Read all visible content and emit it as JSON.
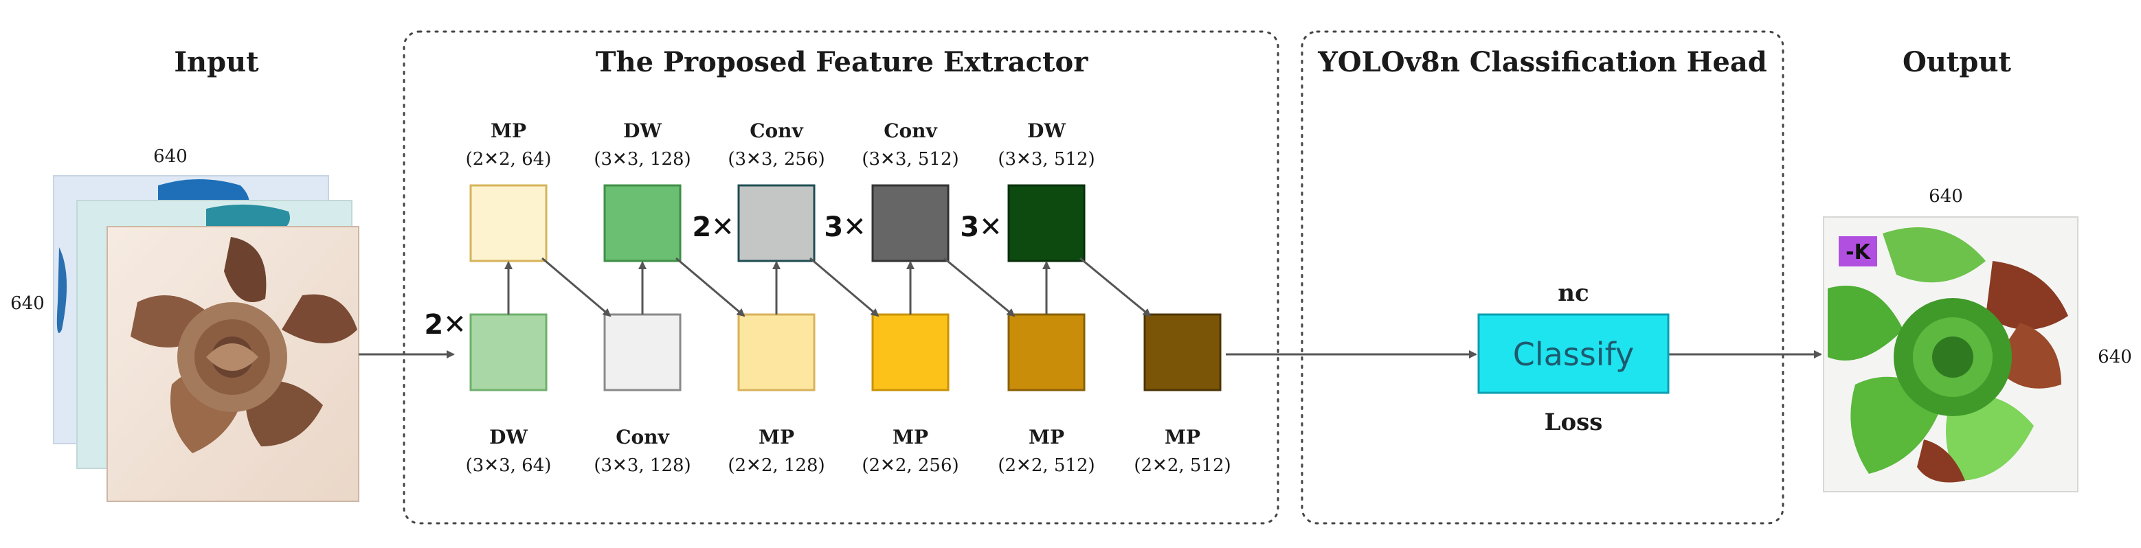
{
  "sections": {
    "input": "Input",
    "extractor": "The Proposed Feature Extractor",
    "head": "YOLOv8n Classification Head",
    "output": "Output"
  },
  "input_dims": {
    "width": "640",
    "height": "640"
  },
  "output_dims": {
    "width": "640",
    "height": "640"
  },
  "top_blocks": [
    {
      "name": "MP",
      "params": "(2✕2, 64)",
      "fill": "#fdf3cf",
      "stroke": "#d6b35a"
    },
    {
      "name": "DW",
      "params": "(3✕3, 128)",
      "fill": "#6abf72",
      "stroke": "#3f8f47"
    },
    {
      "name": "Conv",
      "params": "(3✕3, 256)",
      "fill": "#c4c6c6",
      "stroke": "#1f4d52"
    },
    {
      "name": "Conv",
      "params": "(3✕3, 512)",
      "fill": "#666666",
      "stroke": "#333333"
    },
    {
      "name": "DW",
      "params": "(3✕3, 512)",
      "fill": "#0c4a10",
      "stroke": "#0a300c"
    }
  ],
  "bottom_blocks": [
    {
      "name": "DW",
      "params": "(3✕3, 64)",
      "fill": "#a9d8a6",
      "stroke": "#6fb06c"
    },
    {
      "name": "Conv",
      "params": "(3✕3, 128)",
      "fill": "#f0f0f0",
      "stroke": "#8a8a8a"
    },
    {
      "name": "MP",
      "params": "(2✕2, 128)",
      "fill": "#fde7a0",
      "stroke": "#d8b25a"
    },
    {
      "name": "MP",
      "params": "(2✕2, 256)",
      "fill": "#fcc21a",
      "stroke": "#c99308"
    },
    {
      "name": "MP",
      "params": "(2✕2, 512)",
      "fill": "#c98d0a",
      "stroke": "#8a6108"
    },
    {
      "name": "MP",
      "params": "(2✕2, 512)",
      "fill": "#7a5508",
      "stroke": "#4d3505"
    }
  ],
  "multipliers": [
    "2✕",
    "2✕",
    "3✕",
    "3✕"
  ],
  "classify": {
    "label": "Classify",
    "above": "nc",
    "below": "Loss",
    "fill": "#1ee4f0",
    "stroke": "#0a9fb0"
  },
  "output_tag": "-K",
  "colors": {
    "tag_bg": "#b04fe0",
    "leaf_green": "#5ab83a",
    "leaf_red": "#8a3a22",
    "sepia": "#9a6a4a"
  }
}
